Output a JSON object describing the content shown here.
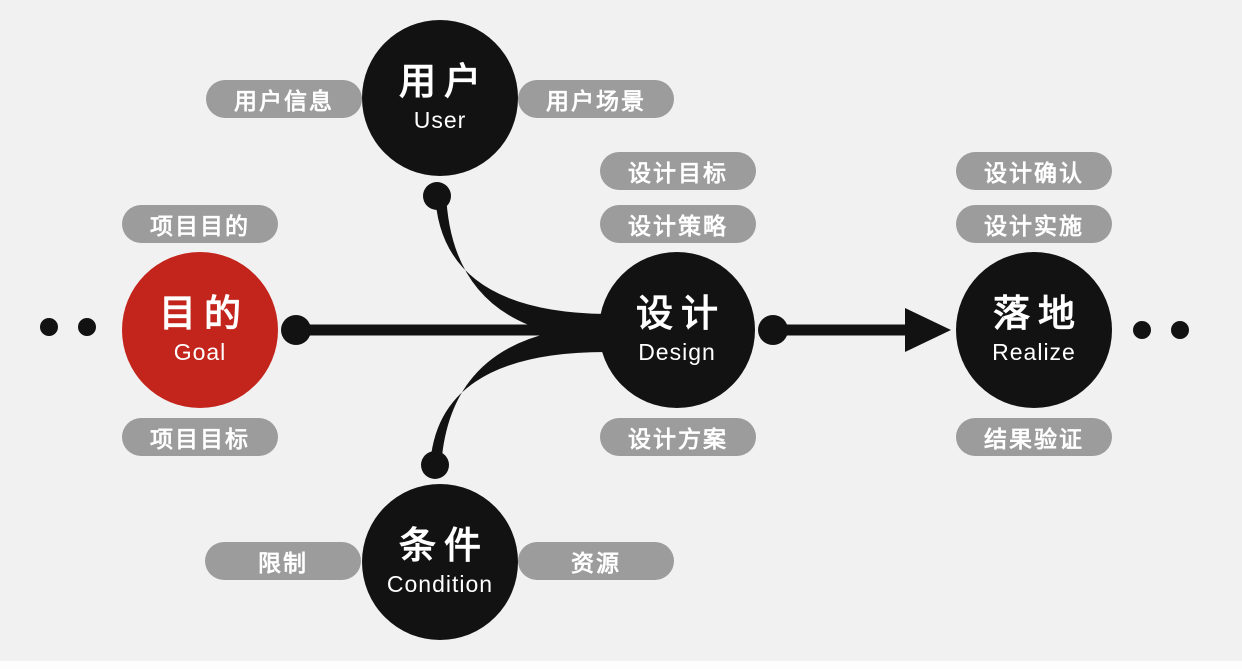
{
  "diagram": {
    "description_nodes": "design process flow",
    "colors": {
      "background": "#f1f1f2",
      "node_black": "#121212",
      "node_red": "#c3241b",
      "pill_gray": "#9c9c9c",
      "text_white": "#ffffff",
      "connector_black": "#121212"
    },
    "nodes": {
      "user": {
        "zh": "用户",
        "en": "User"
      },
      "goal": {
        "zh": "目的",
        "en": "Goal"
      },
      "design": {
        "zh": "设计",
        "en": "Design"
      },
      "condition": {
        "zh": "条件",
        "en": "Condition"
      },
      "realize": {
        "zh": "落地",
        "en": "Realize"
      }
    },
    "pills": {
      "user_left": "用户信息",
      "user_right": "用户场景",
      "goal_top": "项目目的",
      "goal_bottom": "项目目标",
      "design_top_1": "设计目标",
      "design_top_2": "设计策略",
      "design_bottom": "设计方案",
      "realize_top_1": "设计确认",
      "realize_top_2": "设计实施",
      "realize_bottom": "结果验证",
      "condition_left": "限制",
      "condition_right": "资源"
    },
    "icons": {
      "arrowhead": "arrow-right-icon",
      "joint_dots": "connector-joint-dot",
      "ellipsis": "continuation-dots"
    }
  }
}
